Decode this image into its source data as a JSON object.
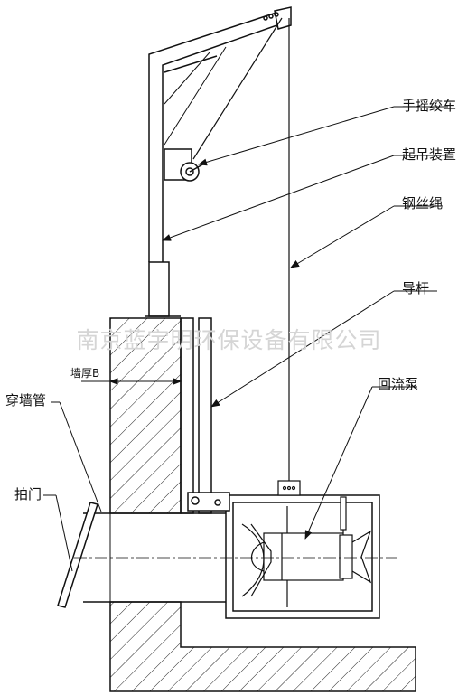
{
  "labels": {
    "hand_winch": "手摇绞车",
    "lifting_device": "起吊装置",
    "wire_rope": "钢丝绳",
    "guide_rod": "导杆",
    "return_pump": "回流泵",
    "wall_pipe": "穿墙管",
    "flap_gate": "拍门",
    "wall_thickness": "墙厚B"
  },
  "watermark": "南京蓝宇明环保设备有限公司"
}
